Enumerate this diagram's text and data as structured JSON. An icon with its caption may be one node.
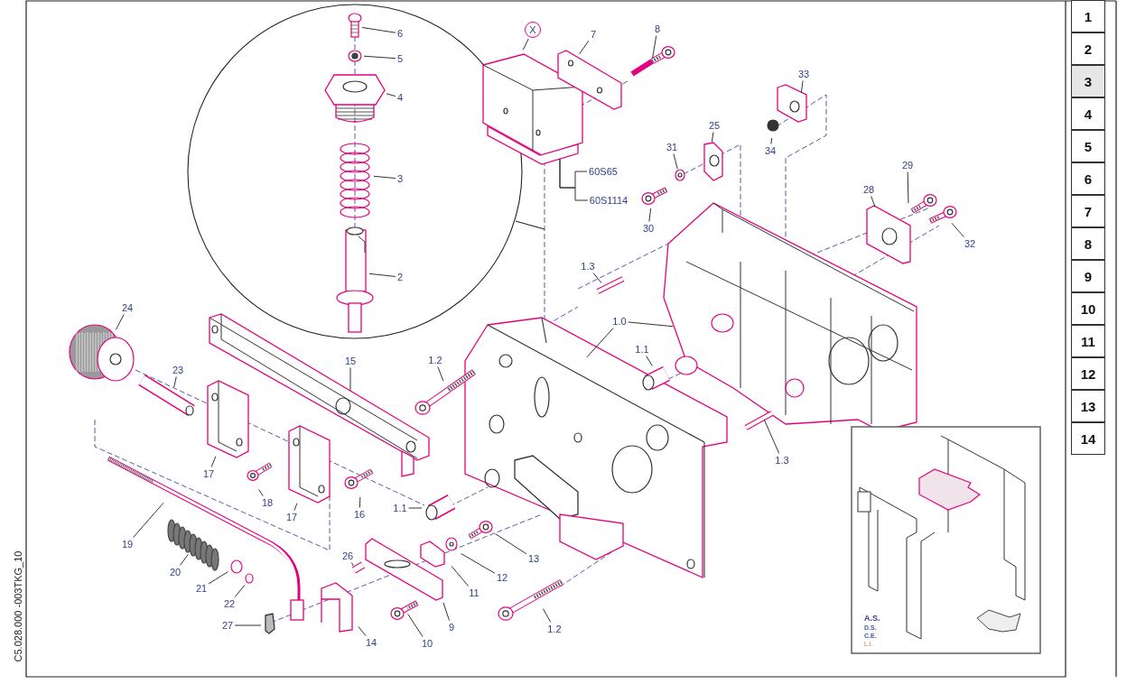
{
  "diagram": {
    "nodes": [
      {
        "text": [
          "X"
        ]
      },
      {
        "text": [
          "6"
        ]
      },
      {
        "text": [
          "5"
        ]
      },
      {
        "text": [
          "4"
        ]
      },
      {
        "text": [
          "3"
        ]
      },
      {
        "text": [
          "2"
        ]
      },
      {
        "text": [
          "7"
        ]
      },
      {
        "text": [
          "8"
        ]
      },
      {
        "text": [
          "33"
        ]
      },
      {
        "text": [
          "25"
        ]
      },
      {
        "text": [
          "31"
        ]
      },
      {
        "text": [
          "34"
        ]
      },
      {
        "text": [
          "29"
        ]
      },
      {
        "text": [
          "28"
        ]
      },
      {
        "text": [
          "60S65"
        ]
      },
      {
        "text": [
          "60S1114"
        ]
      },
      {
        "text": [
          "30"
        ]
      },
      {
        "text": [
          "32"
        ]
      },
      {
        "text": [
          "1.3"
        ]
      },
      {
        "text": [
          "1.0"
        ]
      },
      {
        "text": [
          "24"
        ]
      },
      {
        "text": [
          "1.2"
        ]
      },
      {
        "text": [
          "15"
        ]
      },
      {
        "text": [
          "1.1"
        ]
      },
      {
        "text": [
          "23"
        ]
      },
      {
        "text": [
          "17"
        ]
      },
      {
        "text": [
          "1.3"
        ]
      },
      {
        "text": [
          "18"
        ]
      },
      {
        "text": [
          "17"
        ]
      },
      {
        "text": [
          "16"
        ]
      },
      {
        "text": [
          "1.1"
        ]
      },
      {
        "text": [
          "19"
        ]
      },
      {
        "text": [
          "20"
        ]
      },
      {
        "text": [
          "13"
        ]
      },
      {
        "text": [
          "21"
        ]
      },
      {
        "text": [
          "12"
        ]
      },
      {
        "text": [
          "26"
        ]
      },
      {
        "text": [
          "11"
        ]
      },
      {
        "text": [
          "22"
        ]
      },
      {
        "text": [
          "27"
        ]
      },
      {
        "text": [
          "1.2"
        ]
      },
      {
        "text": [
          "9"
        ]
      },
      {
        "text": [
          "14"
        ]
      },
      {
        "text": [
          "10"
        ]
      },
      {
        "text": [
          "1"
        ]
      },
      {
        "text": [
          "2"
        ]
      },
      {
        "text": [
          "3"
        ]
      },
      {
        "text": [
          "4"
        ]
      },
      {
        "text": [
          "5"
        ]
      },
      {
        "text": [
          "6"
        ]
      },
      {
        "text": [
          "7"
        ]
      },
      {
        "text": [
          "8"
        ]
      },
      {
        "text": [
          "9"
        ]
      },
      {
        "text": [
          "10"
        ]
      },
      {
        "text": [
          "11"
        ]
      },
      {
        "text": [
          "12"
        ]
      },
      {
        "text": [
          "13"
        ]
      },
      {
        "text": [
          "14"
        ]
      }
    ],
    "edges": [
      {
        "from": 0,
        "to": null,
        "arrow": "none"
      },
      {
        "from": 1,
        "to": null,
        "arrow": "none"
      },
      {
        "from": 2,
        "to": null,
        "arrow": "none"
      },
      {
        "from": 3,
        "to": null,
        "arrow": "none"
      },
      {
        "from": 4,
        "to": null,
        "arrow": "none"
      },
      {
        "from": 5,
        "to": null,
        "arrow": "none"
      },
      {
        "from": 6,
        "to": null,
        "arrow": "none"
      },
      {
        "from": 7,
        "to": null,
        "arrow": "none"
      },
      {
        "from": 8,
        "to": null,
        "arrow": "none"
      },
      {
        "from": 9,
        "to": null,
        "arrow": "none"
      },
      {
        "from": 10,
        "to": null,
        "arrow": "none"
      },
      {
        "from": 11,
        "to": null,
        "arrow": "none"
      },
      {
        "from": 12,
        "to": null,
        "arrow": "none"
      },
      {
        "from": 13,
        "to": null,
        "arrow": "none"
      },
      {
        "from": 14,
        "to": null,
        "arrow": "none"
      },
      {
        "from": 15,
        "to": null,
        "arrow": "none"
      },
      {
        "from": 16,
        "to": null,
        "arrow": "none"
      },
      {
        "from": 17,
        "to": null,
        "arrow": "none"
      },
      {
        "from": 18,
        "to": null,
        "arrow": "none"
      },
      {
        "from": 19,
        "to": null,
        "arrow": "none"
      },
      {
        "from": 19,
        "to": null,
        "arrow": "none"
      },
      {
        "from": 20,
        "to": null,
        "arrow": "none"
      },
      {
        "from": 21,
        "to": null,
        "arrow": "none"
      },
      {
        "from": 22,
        "to": null,
        "arrow": "none"
      },
      {
        "from": 23,
        "to": null,
        "arrow": "none"
      },
      {
        "from": 24,
        "to": null,
        "arrow": "none"
      },
      {
        "from": 25,
        "to": null,
        "arrow": "none"
      },
      {
        "from": 26,
        "to": null,
        "arrow": "none"
      },
      {
        "from": 27,
        "to": null,
        "arrow": "none"
      },
      {
        "from": 28,
        "to": null,
        "arrow": "none"
      },
      {
        "from": 29,
        "to": null,
        "arrow": "none"
      },
      {
        "from": 30,
        "to": null,
        "arrow": "none"
      },
      {
        "from": 31,
        "to": null,
        "arrow": "none"
      },
      {
        "from": 32,
        "to": null,
        "arrow": "none"
      },
      {
        "from": 33,
        "to": null,
        "arrow": "none"
      },
      {
        "from": 34,
        "to": null,
        "arrow": "none"
      },
      {
        "from": 35,
        "to": null,
        "arrow": "none"
      },
      {
        "from": 36,
        "to": null,
        "arrow": "none"
      },
      {
        "from": 37,
        "to": null,
        "arrow": "none"
      },
      {
        "from": 38,
        "to": null,
        "arrow": "none"
      },
      {
        "from": 39,
        "to": null,
        "arrow": "none"
      },
      {
        "from": 40,
        "to": null,
        "arrow": "none"
      },
      {
        "from": 41,
        "to": null,
        "arrow": "none"
      },
      {
        "from": 42,
        "to": null,
        "arrow": "none"
      },
      {
        "from": 43,
        "to": null,
        "arrow": "none"
      }
    ],
    "labels": [
      "A.S.",
      "D.S.",
      "C.E.",
      "L.I.",
      "C5.028.000 -003TKG_10"
    ]
  }
}
